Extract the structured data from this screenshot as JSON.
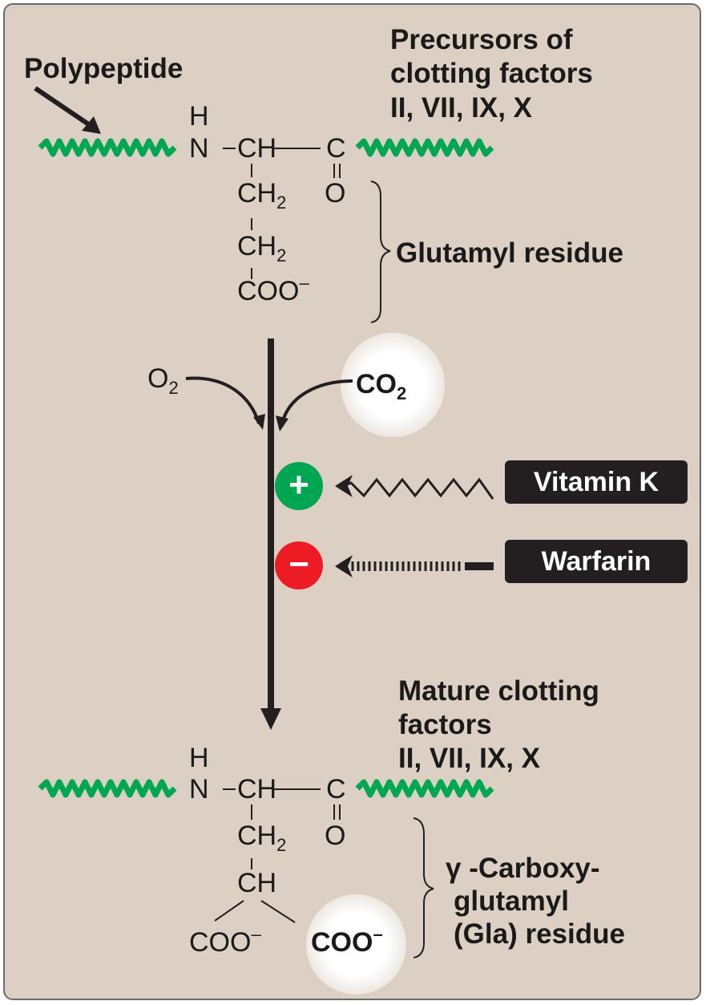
{
  "labels": {
    "polypeptide": "Polypeptide",
    "precursors": [
      "Precursors of",
      "clotting factors",
      "II, VII, IX, X"
    ],
    "glutamyl": "Glutamyl residue",
    "mature": [
      "Mature clotting",
      "factors",
      "II, VII, IX, X"
    ],
    "gla": [
      "γ -Carboxy-",
      "glutamyl",
      "(Gla) residue"
    ]
  },
  "reactants": {
    "o2": "O",
    "o2_sub": "2",
    "co2": "CO",
    "co2_sub": "2"
  },
  "effectors": {
    "vitamin_k": "Vitamin K",
    "warfarin": "Warfarin",
    "plus_symbol": "+",
    "minus_symbol": "−"
  },
  "top_structure": {
    "h": "H",
    "n": "N",
    "ch": "CH",
    "c": "C",
    "o": "O",
    "ch2_a": "CH",
    "ch2_a_sub": "2",
    "ch2_b": "CH",
    "ch2_b_sub": "2",
    "coo": "COO",
    "coo_charge": "–"
  },
  "bottom_structure": {
    "h": "H",
    "n": "N",
    "ch": "CH",
    "c": "C",
    "o": "O",
    "ch2": "CH",
    "ch2_sub": "2",
    "ch_branch": "CH",
    "coo_left": "COO",
    "coo_left_charge": "–",
    "coo_right": "COO",
    "coo_right_charge": "–"
  },
  "colors": {
    "panel": "#dcd0c4",
    "chain": "#00a651",
    "activate": "#00a651",
    "inhibit": "#ed1c24",
    "badge": "#231f20"
  }
}
